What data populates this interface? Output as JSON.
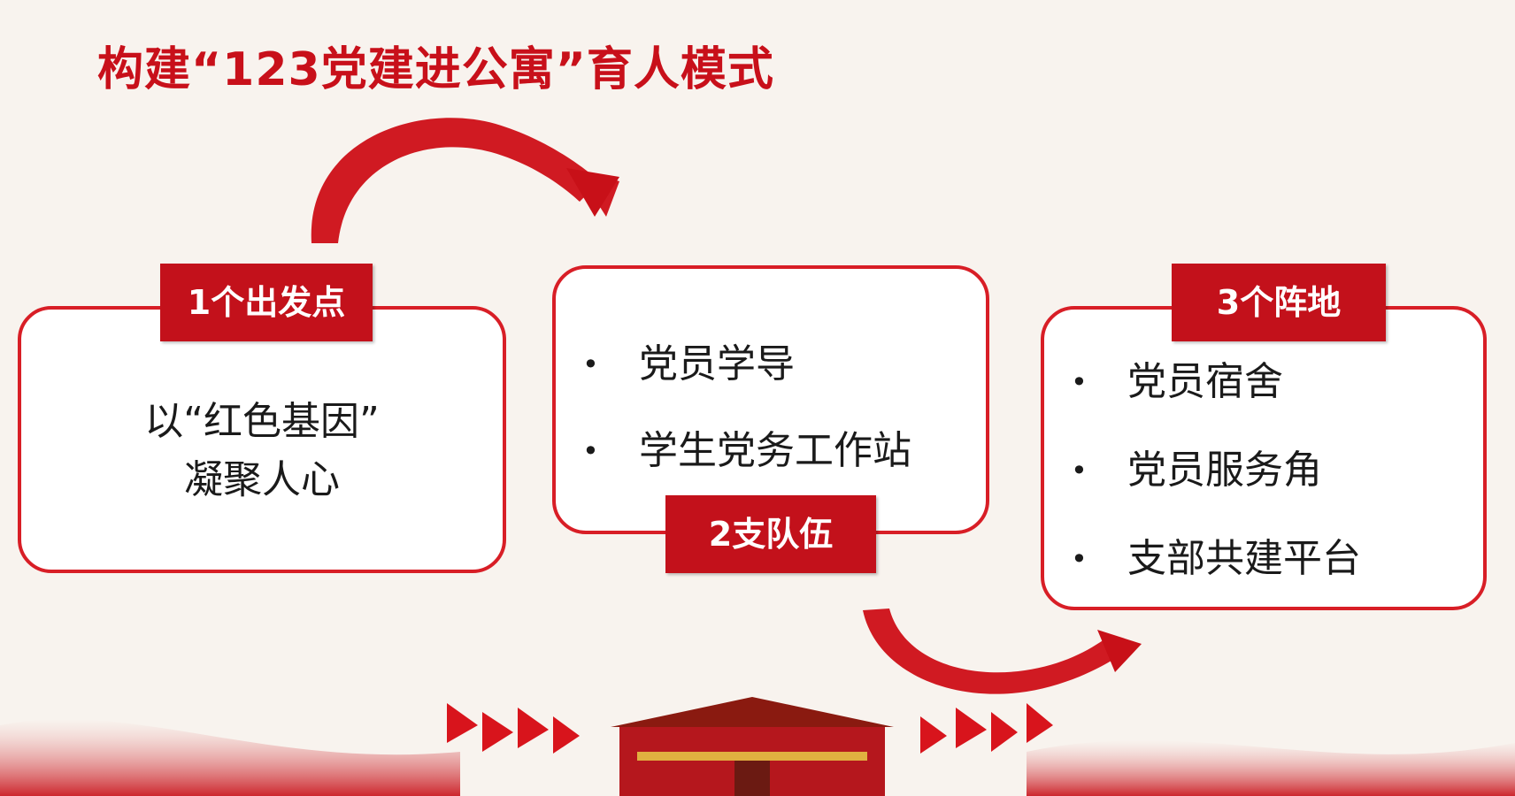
{
  "title": "构建“123党建进公寓”育人模式",
  "nodes": [
    {
      "tag": "1个出发点",
      "lines": [
        "以“红色基因”",
        "凝聚人心"
      ]
    },
    {
      "tag": "2支队伍",
      "items": [
        "党员学导",
        "学生党务工作站"
      ]
    },
    {
      "tag": "3个阵地",
      "items": [
        "党员宿舍",
        "党员服务角",
        "支部共建平台"
      ]
    }
  ],
  "bullet_symbol": "•",
  "colors": {
    "accent": "#d81e26",
    "tag_fill": "#c3111b",
    "title": "#c8101a",
    "background": "#f8f3ee"
  }
}
